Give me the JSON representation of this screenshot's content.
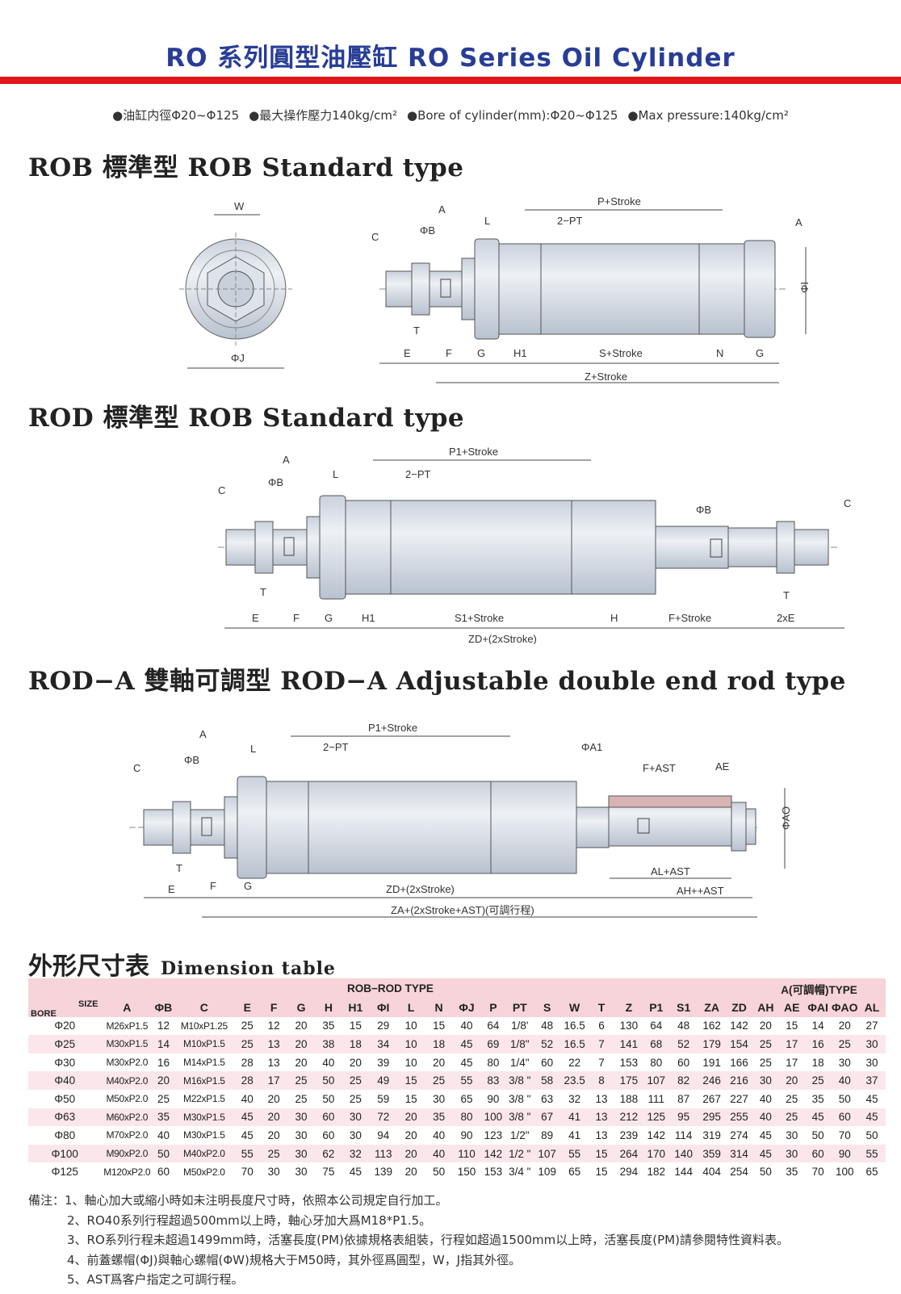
{
  "title": "RO 系列圓型油壓缸 RO Series Oil Cylinder",
  "specs": [
    "●油缸内徑Φ20~Φ125",
    "●最大操作壓力140kg/cm²",
    "●Bore of cylinder(mm):Φ20~Φ125",
    "●Max pressure:140kg/cm²"
  ],
  "sections": {
    "rob": "ROB 標準型 ROB Standard type",
    "rod": "ROD 標準型 ROB Standard type",
    "roda": "ROD−A 雙軸可調型 ROD−A Adjustable double end rod type"
  },
  "drawing1": {
    "W": "W",
    "PhiJ": "ΦJ",
    "A": "A",
    "PhiB": "ΦB",
    "C": "C",
    "L": "L",
    "PT": "2−PT",
    "PStroke": "P+Stroke",
    "A2": "A",
    "PhiI": "ΦI",
    "T": "T",
    "E": "E",
    "F": "F",
    "G": "G",
    "H1": "H1",
    "SStroke": "S+Stroke",
    "N": "N",
    "G2": "G",
    "ZStroke": "Z+Stroke"
  },
  "drawing2": {
    "A": "A",
    "PhiB": "ΦB",
    "C": "C",
    "L": "L",
    "PT": "2−PT",
    "P1Stroke": "P1+Stroke",
    "PhiB2": "ΦB",
    "C2": "C",
    "T": "T",
    "T2": "T",
    "E": "E",
    "F": "F",
    "G": "G",
    "H1": "H1",
    "S1Stroke": "S1+Stroke",
    "H": "H",
    "FStroke": "F+Stroke",
    "TwoE": "2xE",
    "ZD": "ZD+(2xStroke)"
  },
  "drawing3": {
    "A": "A",
    "PhiB": "ΦB",
    "C": "C",
    "L": "L",
    "PT": "2−PT",
    "P1Stroke": "P1+Stroke",
    "PhiA1": "ΦA1",
    "FAST": "F+AST",
    "AE": "AE",
    "PhiAO": "ΦAO",
    "T": "T",
    "E": "E",
    "F": "F",
    "G": "G",
    "ALAST": "AL+AST",
    "ZD": "ZD+(2xStroke)",
    "AHAST": "AH++AST",
    "ZA": "ZA+(2xStroke+AST)(可調行程)"
  },
  "dimension_title_cn": "外形尺寸表",
  "dimension_title_en": "Dimension table",
  "table": {
    "group_left": "ROB−ROD TYPE",
    "group_right": "A(可調帽)TYPE",
    "bore_label": "BORE",
    "size_label": "SIZE",
    "headers": [
      "A",
      "ΦB",
      "C",
      "E",
      "F",
      "G",
      "H",
      "H1",
      "ΦI",
      "L",
      "N",
      "ΦJ",
      "P",
      "PT",
      "S",
      "W",
      "T",
      "Z",
      "P1",
      "S1",
      "ZA",
      "ZD",
      "AH",
      "AE",
      "ΦAI",
      "ΦAO",
      "AL"
    ],
    "rows": [
      [
        "Φ20",
        "M26xP1.5",
        "12",
        "M10xP1.25",
        "25",
        "12",
        "20",
        "35",
        "15",
        "29",
        "10",
        "15",
        "40",
        "64",
        "1/8'",
        "48",
        "16.5",
        "6",
        "130",
        "64",
        "48",
        "162",
        "142",
        "20",
        "15",
        "14",
        "20",
        "27"
      ],
      [
        "Φ25",
        "M30xP1.5",
        "14",
        "M10xP1.5",
        "25",
        "13",
        "20",
        "38",
        "18",
        "34",
        "10",
        "18",
        "45",
        "69",
        "1/8\"",
        "52",
        "16.5",
        "7",
        "141",
        "68",
        "52",
        "179",
        "154",
        "25",
        "17",
        "16",
        "25",
        "30"
      ],
      [
        "Φ30",
        "M30xP2.0",
        "16",
        "M14xP1.5",
        "28",
        "13",
        "20",
        "40",
        "20",
        "39",
        "10",
        "20",
        "45",
        "80",
        "1/4\"",
        "60",
        "22",
        "7",
        "153",
        "80",
        "60",
        "191",
        "166",
        "25",
        "17",
        "18",
        "30",
        "30"
      ],
      [
        "Φ40",
        "M40xP2.0",
        "20",
        "M16xP1.5",
        "28",
        "17",
        "25",
        "50",
        "25",
        "49",
        "15",
        "25",
        "55",
        "83",
        "3/8 \"",
        "58",
        "23.5",
        "8",
        "175",
        "107",
        "82",
        "246",
        "216",
        "30",
        "20",
        "25",
        "40",
        "37"
      ],
      [
        "Φ50",
        "M50xP2.0",
        "25",
        "M22xP1.5",
        "40",
        "20",
        "25",
        "50",
        "25",
        "59",
        "15",
        "30",
        "65",
        "90",
        "3/8 \"",
        "63",
        "32",
        "13",
        "188",
        "111",
        "87",
        "267",
        "227",
        "40",
        "25",
        "35",
        "50",
        "45"
      ],
      [
        "Φ63",
        "M60xP2.0",
        "35",
        "M30xP1.5",
        "45",
        "20",
        "30",
        "60",
        "30",
        "72",
        "20",
        "35",
        "80",
        "100",
        "3/8 \"",
        "67",
        "41",
        "13",
        "212",
        "125",
        "95",
        "295",
        "255",
        "40",
        "25",
        "45",
        "60",
        "45"
      ],
      [
        "Φ80",
        "M70xP2.0",
        "40",
        "M30xP1.5",
        "45",
        "20",
        "30",
        "60",
        "30",
        "94",
        "20",
        "40",
        "90",
        "123",
        "1/2\"",
        "89",
        "41",
        "13",
        "239",
        "142",
        "114",
        "319",
        "274",
        "45",
        "30",
        "50",
        "70",
        "50"
      ],
      [
        "Φ100",
        "M90xP2.0",
        "50",
        "M40xP2.0",
        "55",
        "25",
        "30",
        "62",
        "32",
        "113",
        "20",
        "40",
        "110",
        "142",
        "1/2 \"",
        "107",
        "55",
        "15",
        "264",
        "170",
        "140",
        "359",
        "314",
        "45",
        "30",
        "60",
        "90",
        "55"
      ],
      [
        "Φ125",
        "M120xP2.0",
        "60",
        "M50xP2.0",
        "70",
        "30",
        "30",
        "75",
        "45",
        "139",
        "20",
        "50",
        "150",
        "153",
        "3/4 \"",
        "109",
        "65",
        "15",
        "294",
        "182",
        "144",
        "404",
        "254",
        "50",
        "35",
        "70",
        "100",
        "65"
      ]
    ]
  },
  "notes": [
    "備注：1、軸心加大或縮小時如未注明長度尺寸時，依照本公司規定自行加工。",
    "2、RO40系列行程超過500mm以上時，軸心牙加大爲M18*P1.5。",
    "3、RO系列行程未超過1499mm時，活塞長度(PM)依據規格表組裝，行程如超過1500mm以上時，活塞長度(PM)請參閱特性資料表。",
    "4、前蓋螺帽(ΦJ)與軸心螺帽(ΦW)規格大于M50時，其外徑爲圓型，W，J指其外徑。",
    "5、AST爲客户指定之可調行程。"
  ]
}
